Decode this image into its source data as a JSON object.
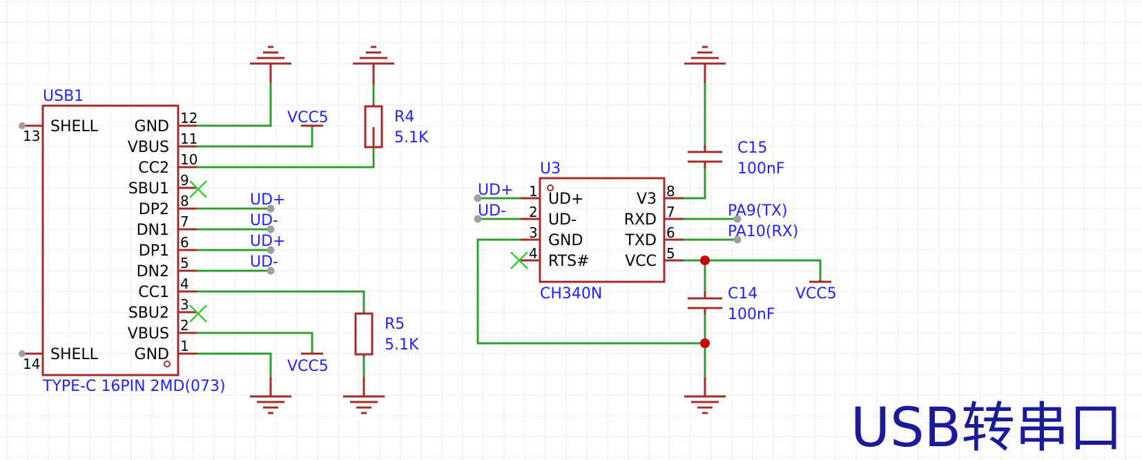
{
  "colors": {
    "background": "#ffffff",
    "grid": "#e6e6e6",
    "part_outline": "#a52a2a",
    "wire": "#2e9e2e",
    "label_text": "#2222ff",
    "pin_text": "#000000",
    "junction": "#cc0000",
    "no_connect": "#33cc33",
    "title": "#1a1a9a"
  },
  "title": "USB转串口",
  "usb1": {
    "designator": "USB1",
    "value": "TYPE-C 16PIN 2MD(073)",
    "shell_left_top": {
      "name": "SHELL",
      "num": "13"
    },
    "shell_left_bottom": {
      "name": "SHELL",
      "num": "14"
    },
    "right_pins": [
      {
        "name": "GND",
        "num": "12"
      },
      {
        "name": "VBUS",
        "num": "11"
      },
      {
        "name": "CC2",
        "num": "10"
      },
      {
        "name": "SBU1",
        "num": "9"
      },
      {
        "name": "DP2",
        "num": "8"
      },
      {
        "name": "DN1",
        "num": "7"
      },
      {
        "name": "DP1",
        "num": "6"
      },
      {
        "name": "DN2",
        "num": "5"
      },
      {
        "name": "CC1",
        "num": "4"
      },
      {
        "name": "SBU2",
        "num": "3"
      },
      {
        "name": "VBUS",
        "num": "2"
      },
      {
        "name": "GND",
        "num": "1"
      }
    ]
  },
  "usb_nets": [
    "UD+",
    "UD-",
    "UD+",
    "UD-"
  ],
  "vcc_top": "VCC5",
  "vcc_bottom": "VCC5",
  "r4": {
    "designator": "R4",
    "value": "5.1K"
  },
  "r5": {
    "designator": "R5",
    "value": "5.1K"
  },
  "u3": {
    "designator": "U3",
    "value": "CH340N",
    "left_pins": [
      {
        "name": "UD+",
        "num": "1"
      },
      {
        "name": "UD-",
        "num": "2"
      },
      {
        "name": "GND",
        "num": "3"
      },
      {
        "name": "RTS#",
        "num": "4"
      }
    ],
    "right_pins": [
      {
        "name": "V3",
        "num": "8"
      },
      {
        "name": "RXD",
        "num": "7"
      },
      {
        "name": "TXD",
        "num": "6"
      },
      {
        "name": "VCC",
        "num": "5"
      }
    ]
  },
  "u3_left_nets": [
    "UD+",
    "UD-"
  ],
  "u3_right_nets": [
    "PA9(TX)",
    "PA10(RX)"
  ],
  "c15": {
    "designator": "C15",
    "value": "100nF"
  },
  "c14": {
    "designator": "C14",
    "value": "100nF"
  },
  "vcc_right": "VCC5"
}
